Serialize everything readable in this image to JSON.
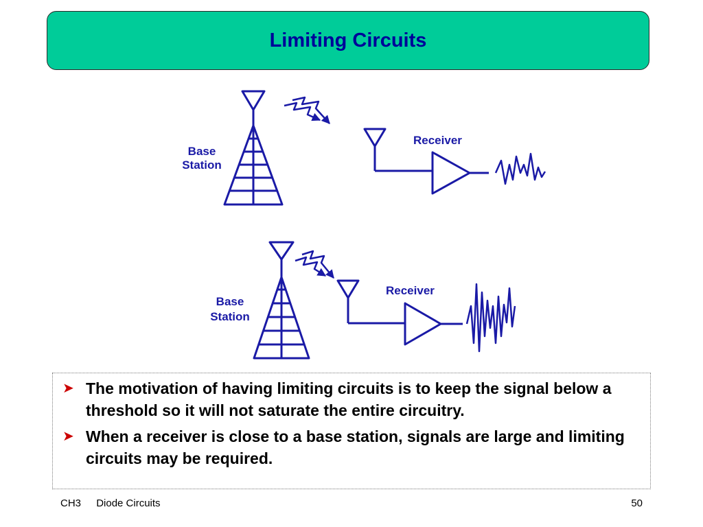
{
  "slide": {
    "title": "Limiting Circuits",
    "colors": {
      "title_bg": "#00cc99",
      "title_text": "#000099",
      "diagram": "#1a1aa6",
      "bullet_arrow": "#cc0000"
    }
  },
  "diagram": {
    "top": {
      "base_label_1": "Base",
      "base_label_2": "Station",
      "receiver_label": "Receiver"
    },
    "bottom": {
      "base_label_1": "Base",
      "base_label_2": "Station",
      "receiver_label": "Receiver"
    }
  },
  "bullets": [
    {
      "icon": "arrow-bullet-icon",
      "text": "The motivation of having limiting circuits is to keep the signal below a threshold so it will not saturate the entire circuitry."
    },
    {
      "icon": "arrow-bullet-icon",
      "text": "When a receiver is close to a base station, signals are large and limiting circuits may be required."
    }
  ],
  "footer": {
    "chapter": "CH3",
    "topic": "Diode Circuits",
    "page": "50"
  }
}
